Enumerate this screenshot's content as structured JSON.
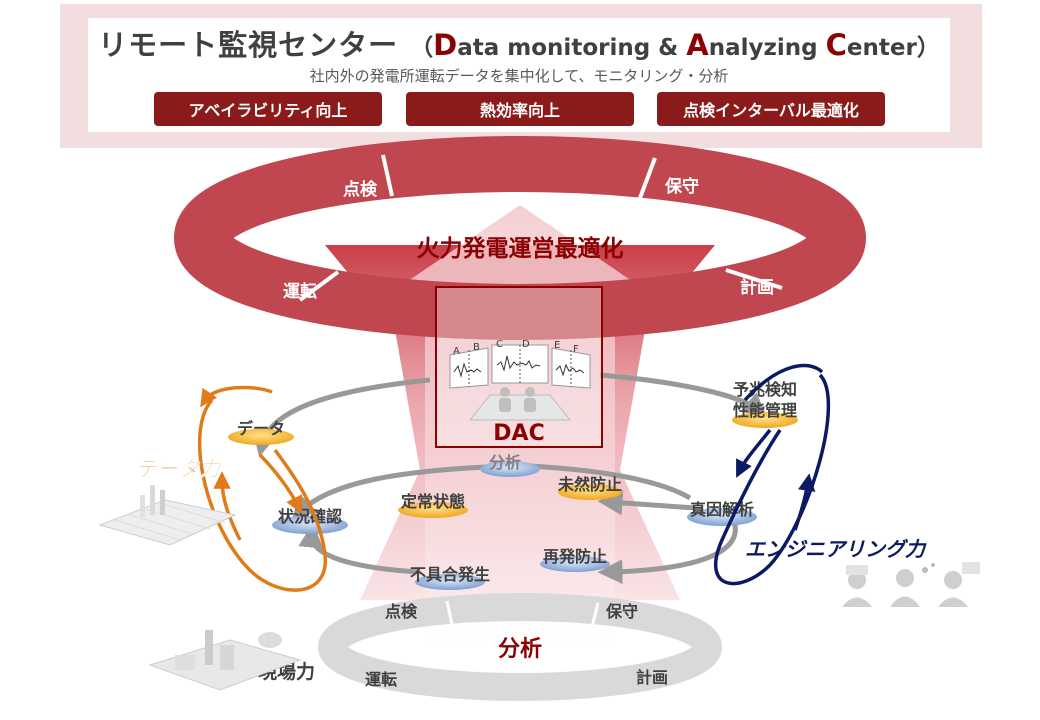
{
  "header": {
    "title_jp": "リモート監視センター",
    "title_en": {
      "open": "（",
      "d_cap": "D",
      "d_rest": "ata monitoring & ",
      "a_cap": "A",
      "a_rest": "nalyzing ",
      "c_cap": "C",
      "c_rest": "enter",
      "close": "）"
    },
    "subtitle": "社内外の発電所運転データを集中化して、モニタリング・分析",
    "goals": [
      "アベイラビリティ向上",
      "熱効率向上",
      "点検インターバル最適化"
    ]
  },
  "top_ring": {
    "center": "火力発電運営最適化",
    "segments": [
      "点検",
      "保守",
      "計画",
      "運転"
    ]
  },
  "dac": {
    "label": "DAC",
    "panel_letters": [
      "A",
      "B",
      "C",
      "D",
      "E",
      "F"
    ]
  },
  "cycle": {
    "nodes": [
      "データ",
      "分析",
      "予兆検知",
      "性能管理",
      "未然防止",
      "真因解析",
      "定常状態",
      "状況確認",
      "再発防止",
      "不具合発生"
    ]
  },
  "capabilities": {
    "data": "データ力",
    "engineering": "エンジニアリング力",
    "field": "現場力"
  },
  "bottom_ring": {
    "center": "分析",
    "segments": [
      "点検",
      "保守",
      "運転",
      "計画"
    ]
  },
  "colors": {
    "dark_red": "#8b1a1a",
    "ring_red": "#c0474f",
    "orange": "#e07b1a",
    "navy": "#0b1a63",
    "gray": "#999999"
  }
}
